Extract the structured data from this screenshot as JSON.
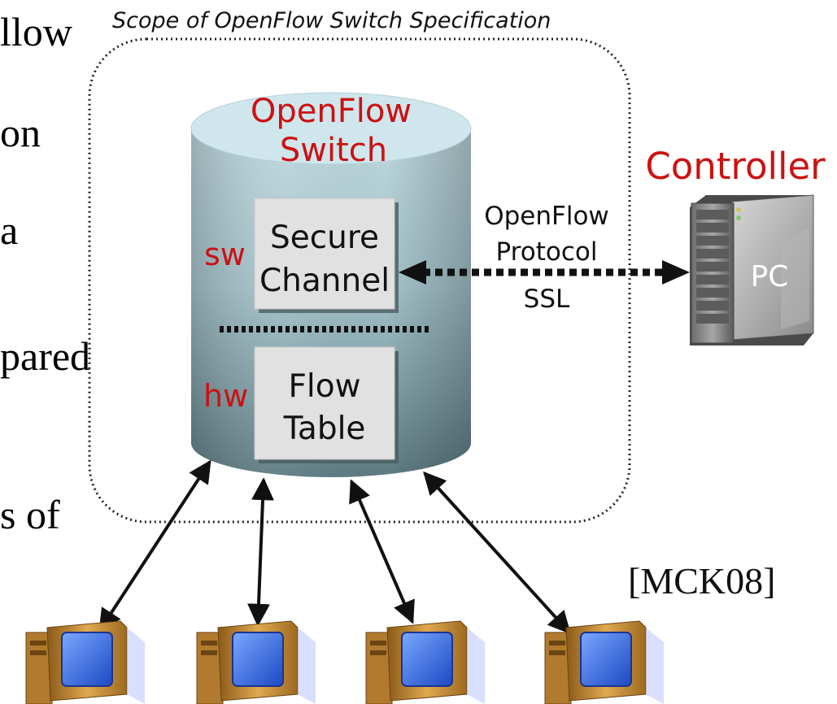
{
  "slide": {
    "left_text_fragments": [
      "llow",
      "on",
      "a",
      "pared",
      "s of"
    ],
    "citation": "[MCK08]"
  },
  "diagram": {
    "scope_label": "Scope of OpenFlow Switch Specification",
    "switch": {
      "title_line1": "OpenFlow",
      "title_line2": "Switch",
      "sw_label": "sw",
      "hw_label": "hw",
      "secure_channel_line1": "Secure",
      "secure_channel_line2": "Channel",
      "flow_table_line1": "Flow",
      "flow_table_line2": "Table"
    },
    "protocol": {
      "line1": "OpenFlow",
      "line2": "Protocol",
      "line3": "SSL"
    },
    "controller": {
      "title": "Controller",
      "server_label": "PC"
    },
    "hosts_count": 4,
    "colors": {
      "accent_red": "#cc1111",
      "cylinder_top": "#cfe6ec",
      "box_fill": "#e1e1e1",
      "link_color": "#111111",
      "monitor_screen": "#3a6fe0"
    }
  }
}
